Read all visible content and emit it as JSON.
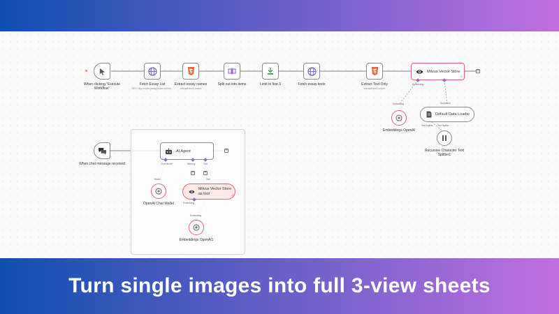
{
  "theme": {
    "band_left": "#0f4fb0",
    "band_right": "#c06fe0",
    "selection": "#e2646f",
    "connector": "#7d7ab8"
  },
  "banner": {
    "text": "Turn single images into full 3-view sheets"
  },
  "workflow": {
    "main_nodes": [
      {
        "id": "trigger",
        "label": "When clicking \"Execute Workflow\"",
        "sub": "",
        "icon": "cursor-icon"
      },
      {
        "id": "fetch-list",
        "label": "Fetch Essay List",
        "sub": "GET: http://www.paulgraham.com/a...",
        "icon": "globe-icon"
      },
      {
        "id": "extract-names",
        "label": "Extract essay names",
        "sub": "extractHtmlContent",
        "icon": "html5-icon"
      },
      {
        "id": "split",
        "label": "Split out into items",
        "sub": "",
        "icon": "split-icon"
      },
      {
        "id": "limit",
        "label": "Limit to first 3",
        "sub": "",
        "icon": "limit-icon"
      },
      {
        "id": "fetch-texts",
        "label": "Fetch essay texts",
        "sub": "",
        "icon": "globe-icon"
      },
      {
        "id": "extract-text",
        "label": "Extract Text Only",
        "sub": "extractHtmlContent",
        "icon": "html5-icon"
      }
    ],
    "vector_store_top": {
      "label": "Milvus Vector Store",
      "icon": "eye-icon"
    },
    "embeddings_top": {
      "label": "Embeddings OpenAI",
      "icon": "openai-icon",
      "port": "Embedding"
    },
    "data_loader": {
      "label": "Default Data Loader",
      "icon": "document-icon",
      "port": "Document"
    },
    "splitter": {
      "label": "Recursive Character Text Splitter1",
      "icon": "splitter-icon",
      "port": "Text Splitter"
    },
    "vs_ports": {
      "left": "Embedding",
      "right": "Document"
    },
    "chat_trigger": {
      "label": "When chat message received",
      "icon": "chat-icon"
    },
    "agent": {
      "label": "AI Agent",
      "icon": "robot-icon",
      "ports": {
        "model": "Chat Model*",
        "memory": "Memory",
        "tool": "Tool"
      }
    },
    "chat_model": {
      "label": "OpenAI Chat Model",
      "icon": "openai-icon",
      "port": "Model"
    },
    "vs_tool": {
      "label": "Milvus Vector Store as tool",
      "icon": "eye-icon",
      "port": "Tool"
    },
    "embeddings_bottom": {
      "label": "Embeddings OpenAI1",
      "icon": "openai-icon",
      "port": "Embedding",
      "port_top": "Embedding"
    },
    "plus": "+"
  }
}
